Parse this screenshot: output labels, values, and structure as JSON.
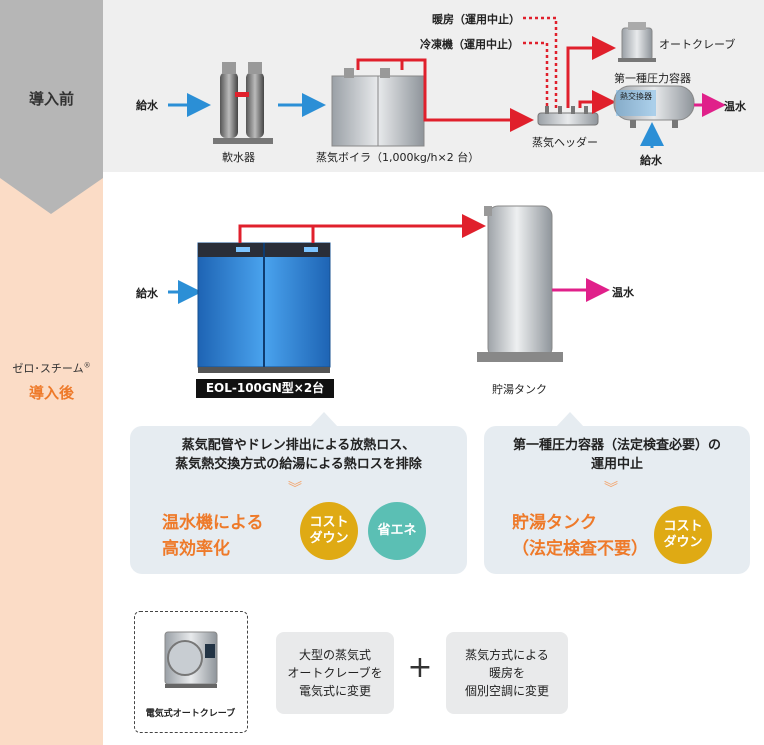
{
  "sidebar": {
    "before_label": "導入前",
    "after_brand": "ゼロ･スチーム",
    "after_reg": "®",
    "after_label": "導入後"
  },
  "before": {
    "water_in_1": "給水",
    "softener": "軟水器",
    "boiler": "蒸気ボイラ（1,000kg/h×2 台）",
    "heating": "暖房（運用中止）",
    "chiller": "冷凍機（運用中止）",
    "autoclave": "オートクレーブ",
    "pressure_vessel": "第一種圧力容器",
    "heat_exchanger": "熱交換器",
    "warm_water_out": "温水",
    "water_in_2": "給水",
    "steam_header": "蒸気ヘッダー"
  },
  "after": {
    "water_in": "給水",
    "unit_label": "EOL-100GN型×2台",
    "tank": "貯湯タンク",
    "warm_water_out": "温水"
  },
  "benefit_left": {
    "line1": "蒸気配管やドレン排出による放熱ロス、",
    "line2": "蒸気熱交換方式の給湯による熱ロスを排除",
    "highlight1": "温水機による",
    "highlight2": "高効率化",
    "badge_cost": "コスト\nダウン",
    "badge_eco": "省エネ"
  },
  "benefit_right": {
    "line1": "第一種圧力容器（法定検査必要）の",
    "line2": "運用中止",
    "highlight1": "貯湯タンク",
    "highlight2": "（法定検査不要）",
    "badge_cost": "コスト\nダウン"
  },
  "bottom": {
    "electric_autoclave": "電気式オートクレーブ",
    "change_1": "大型の蒸気式\nオートクレーブを\n電気式に変更",
    "plus": "+",
    "change_2": "蒸気方式による\n暖房を\n個別空調に変更"
  },
  "colors": {
    "steam_red": "#e0202c",
    "water_blue": "#2b8fd6",
    "warm_pink": "#e0208a",
    "highlight_orange": "#ee7a2a",
    "badge_yellow": "#dfaa14",
    "badge_teal": "#5bbfb4",
    "unit_blue": "#2a7fd0"
  }
}
